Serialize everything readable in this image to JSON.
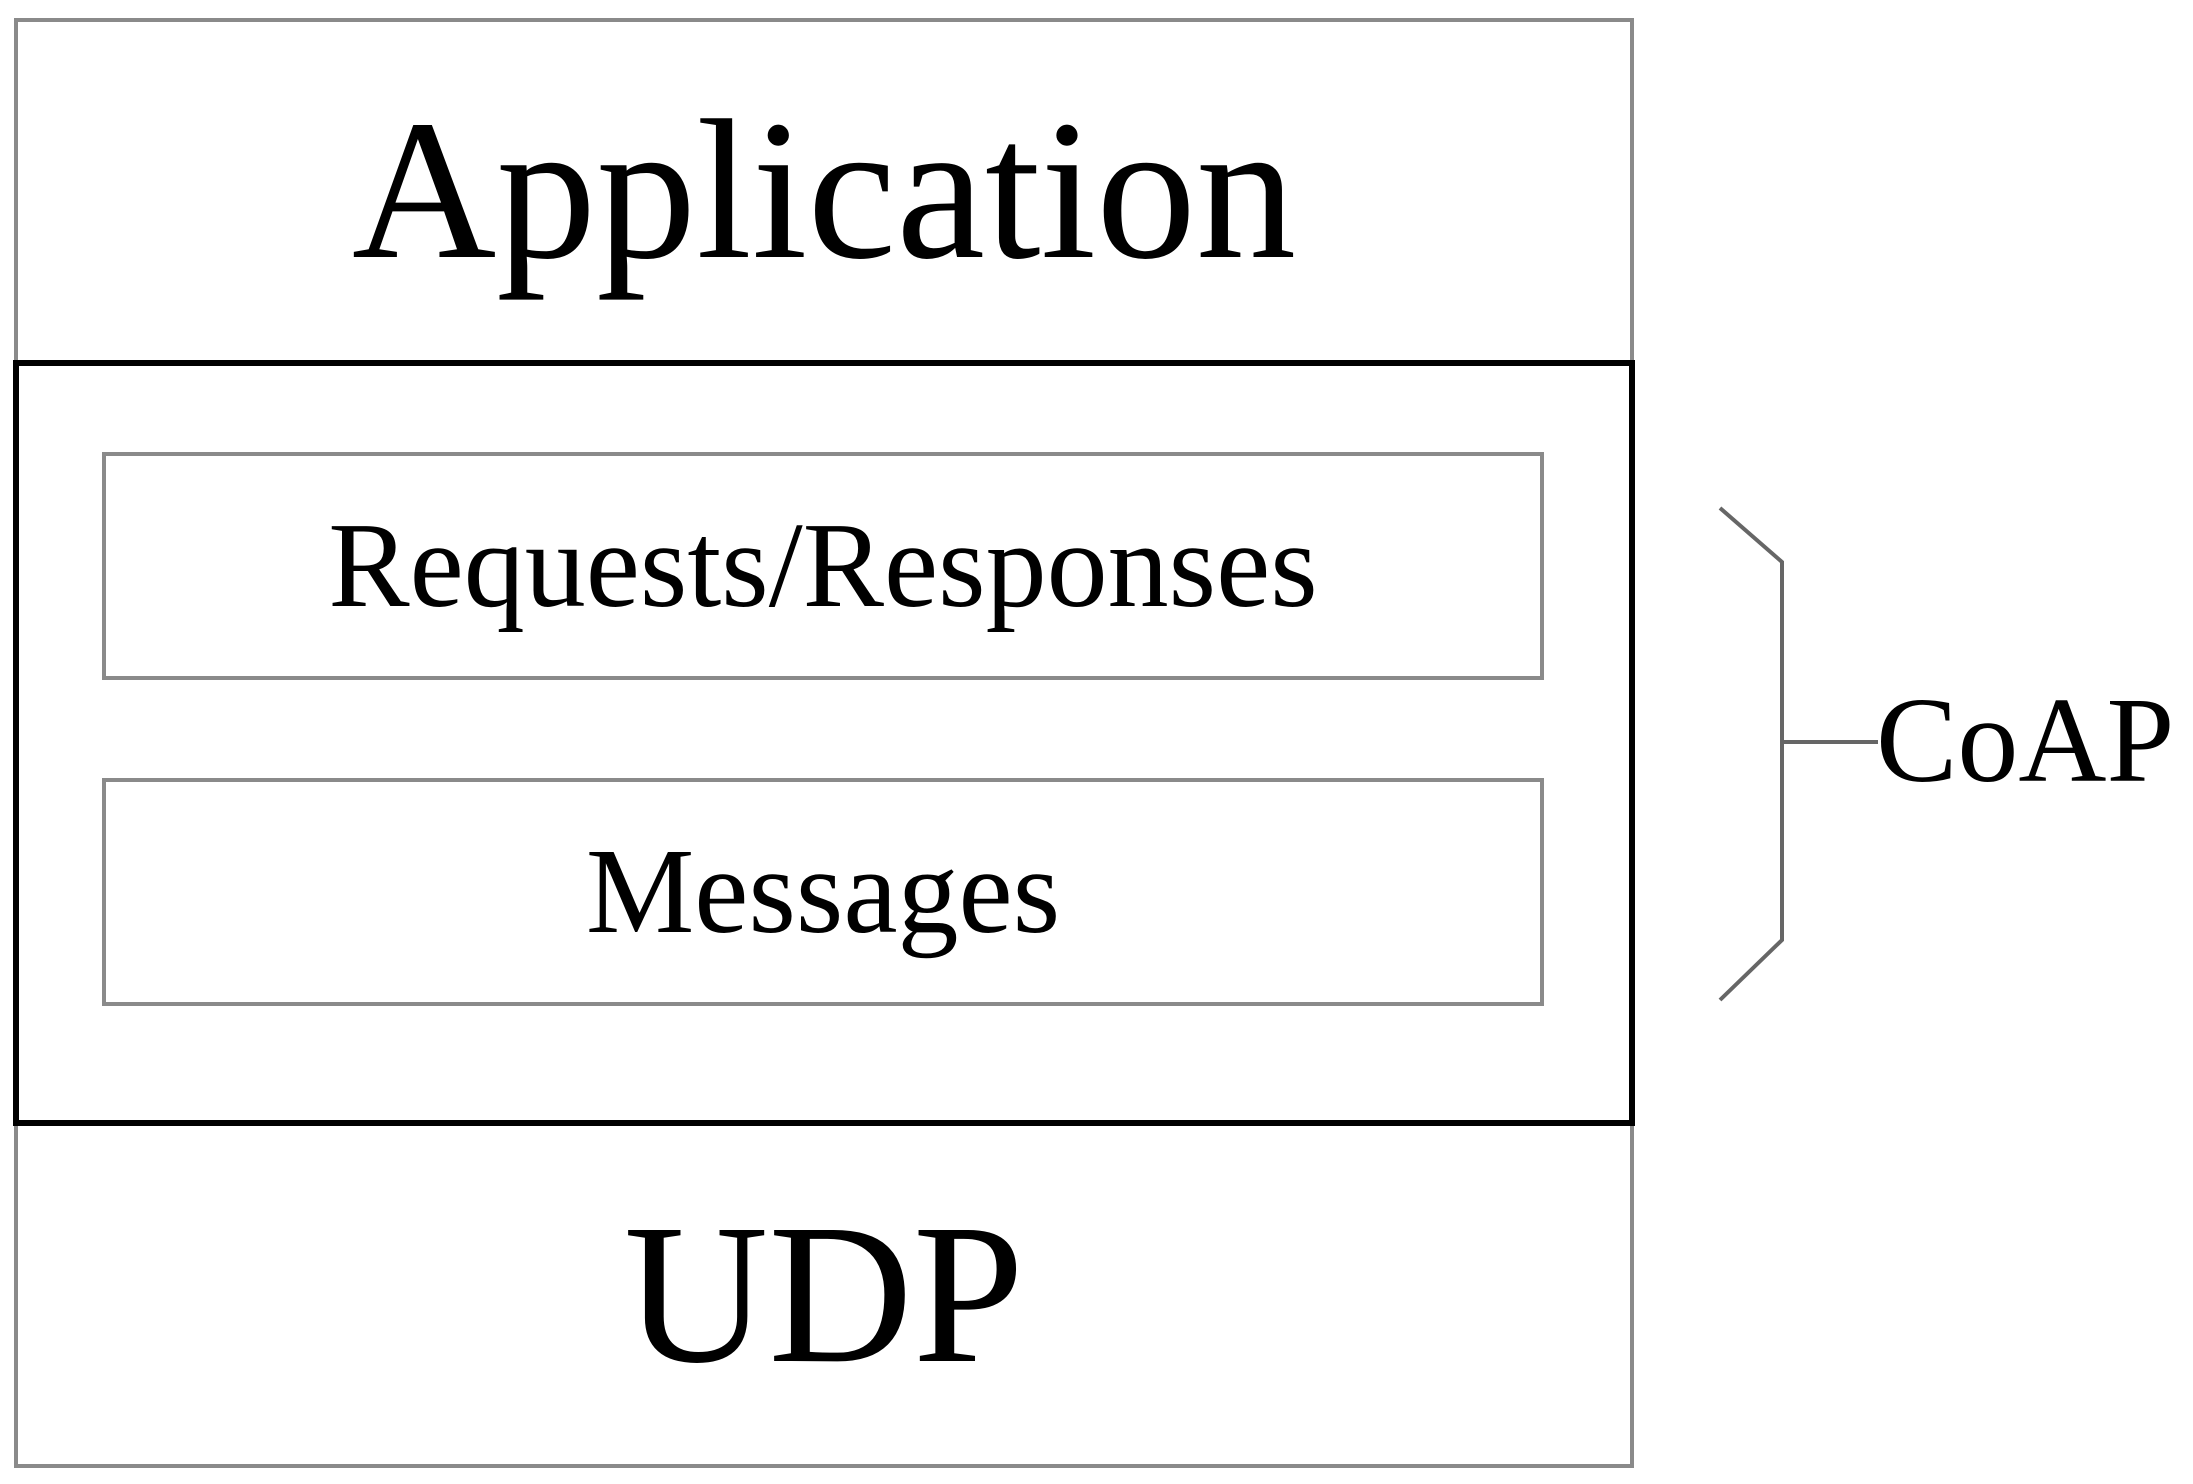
{
  "layers": {
    "application": "Application",
    "requests_responses": "Requests/Responses",
    "messages": "Messages",
    "udp": "UDP"
  },
  "bracket_label": "CoAP",
  "colors": {
    "border_gray": "#8a8a8a",
    "border_black": "#000000",
    "text": "#000000",
    "background": "#ffffff"
  }
}
